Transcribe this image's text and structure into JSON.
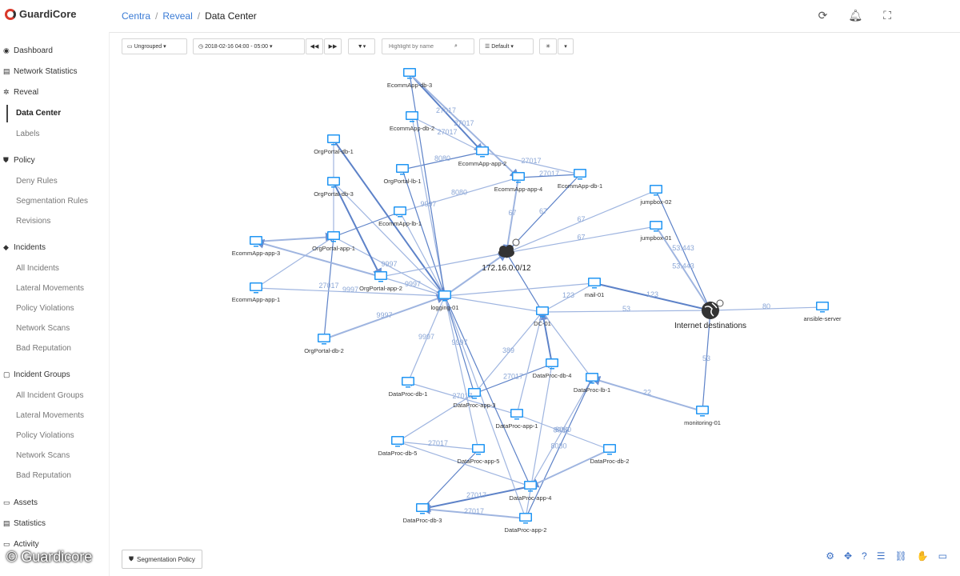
{
  "app": {
    "logo_text": "GuardiCore"
  },
  "breadcrumb": {
    "items": [
      "Centra",
      "Reveal"
    ],
    "current": "Data Center"
  },
  "top_icons": [
    "refresh-icon",
    "bell-icon",
    "fullscreen-icon"
  ],
  "sidebar": {
    "dashboard": "Dashboard",
    "network_statistics": "Network Statistics",
    "reveal": "Reveal",
    "data_center": "Data Center",
    "labels": "Labels",
    "policy": "Policy",
    "deny_rules": "Deny Rules",
    "segmentation_rules": "Segmentation Rules",
    "revisions": "Revisions",
    "incidents": "Incidents",
    "all_incidents": "All Incidents",
    "lateral_movements": "Lateral Movements",
    "policy_violations": "Policy Violations",
    "network_scans": "Network Scans",
    "bad_reputation": "Bad Reputation",
    "incident_groups": "Incident Groups",
    "all_incident_groups": "All Incident Groups",
    "lateral_movements_2": "Lateral Movements",
    "policy_violations_2": "Policy Violations",
    "network_scans_2": "Network Scans",
    "bad_reputation_2": "Bad Reputation",
    "assets": "Assets",
    "statistics": "Statistics",
    "activity": "Activity"
  },
  "toolbar": {
    "grouping": "Ungrouped",
    "time_range": "2018-02-16 04:00 - 05:00",
    "search_placeholder": "Highlight by name",
    "layout": "Default"
  },
  "graph": {
    "nodes": {
      "ecommapp_db_3": "EcommApp-db-3",
      "ecommapp_db_2": "EcommApp-db-2",
      "ecommapp_app_2": "EcommApp-app-2",
      "ecommapp_app_4": "EcommApp-app-4",
      "ecommapp_db_1": "EcommApp-db-1",
      "orgportal_db_1": "OrgPortal-db-1",
      "orgportal_lb_1": "OrgPortal-lb-1",
      "orgportal_db_3": "OrgPortal-db-3",
      "ecommapp_lb_1": "EcommApp-lb-1",
      "ecommapp_app_3": "EcommApp-app-3",
      "orgportal_app_1": "OrgPortal-app-1",
      "orgportal_app_2": "OrgPortal-app-2",
      "ecommapp_app_1": "EcommApp-app-1",
      "orgportal_db_2": "OrgPortal-db-2",
      "logging_01": "logging-01",
      "subnet": "172.16.0.0/12",
      "jumpbox_02": "jumpbox-02",
      "jumpbox_01": "jumpbox-01",
      "mail_01": "mail-01",
      "dc_01": "DC-01",
      "internet": "Internet destinations",
      "ansible_server": "ansible-server",
      "monitoring_01": "monitoring-01",
      "dataproc_db_4": "DataProc-db-4",
      "dataproc_lb_1": "DataProc-lb-1",
      "dataproc_db_1": "DataProc-db-1",
      "dataproc_app_3": "DataProc-app-3",
      "dataproc_app_1": "DataProc-app-1",
      "dataproc_db_5": "DataProc-db-5",
      "dataproc_app_5": "DataProc-app-5",
      "dataproc_db_2": "DataProc-db-2",
      "dataproc_app_4": "DataProc-app-4",
      "dataproc_db_3": "DataProc-db-3",
      "dataproc_app_2": "DataProc-app-2"
    },
    "edge_labels": {
      "e1": "27017",
      "e2": "27017",
      "e3": "27017",
      "e4": "27017",
      "e5": "27017",
      "e6": "8080",
      "e7": "8080",
      "e8": "9997",
      "e9": "67",
      "e10": "67",
      "e11": "67",
      "e12": "67",
      "e13": "123",
      "e14": "53",
      "e15": "80",
      "e16": "53",
      "e17": "22",
      "e18": "9997",
      "e19": "27017",
      "e20": "9997",
      "e21": "9997",
      "e22": "27017",
      "e23": "27017",
      "e24": "27017",
      "e25": "27017",
      "e26": "8080",
      "e27": "389",
      "e28": "53.443",
      "e29": "53.443",
      "e30": "9997",
      "e31": "9997",
      "e32": "9997",
      "e33": "27017",
      "e34": "8080",
      "e35": "8080",
      "e36": "123"
    }
  },
  "bottom": {
    "segmentation_policy": "Segmentation Policy",
    "watermark": "© Guardicore"
  }
}
